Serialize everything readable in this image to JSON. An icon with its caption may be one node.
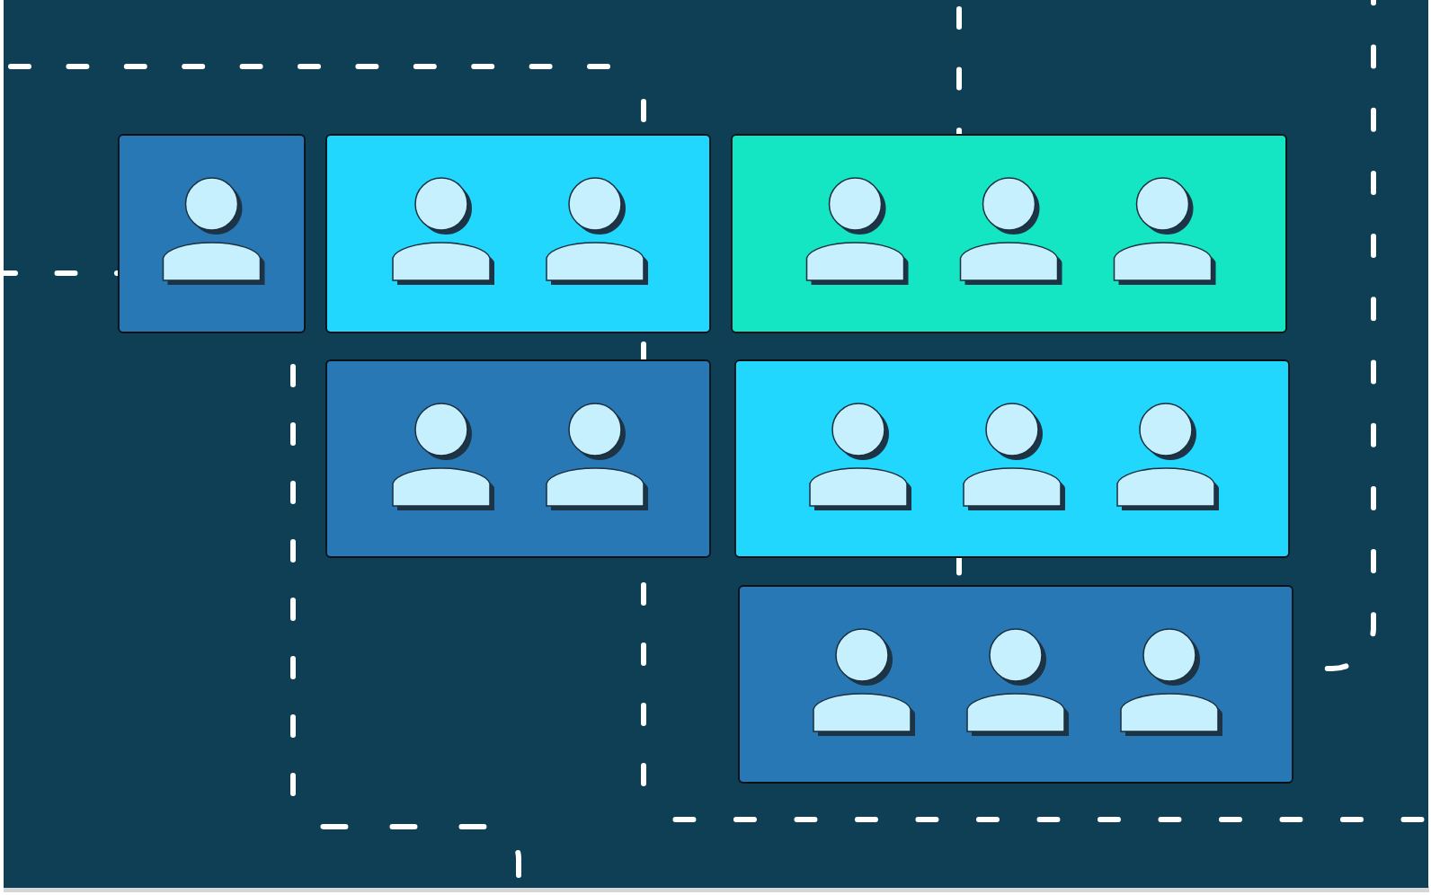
{
  "diagram": {
    "nodes": [
      {
        "text": [],
        "shape": "box"
      },
      {
        "text": [],
        "shape": "person",
        "in": 0
      },
      {
        "text": [],
        "shape": "box"
      },
      {
        "text": [],
        "shape": "person",
        "in": 2
      },
      {
        "text": [],
        "shape": "person",
        "in": 2
      },
      {
        "text": [],
        "shape": "box"
      },
      {
        "text": [],
        "shape": "person",
        "in": 5
      },
      {
        "text": [],
        "shape": "person",
        "in": 5
      },
      {
        "text": [],
        "shape": "person",
        "in": 5
      },
      {
        "text": [],
        "shape": "box"
      },
      {
        "text": [],
        "shape": "person",
        "in": 9
      },
      {
        "text": [],
        "shape": "person",
        "in": 9
      },
      {
        "text": [],
        "shape": "box"
      },
      {
        "text": [],
        "shape": "person",
        "in": 12
      },
      {
        "text": [],
        "shape": "person",
        "in": 12
      },
      {
        "text": [],
        "shape": "person",
        "in": 12
      },
      {
        "text": [],
        "shape": "box"
      },
      {
        "text": [],
        "shape": "person",
        "in": 16
      },
      {
        "text": [],
        "shape": "person",
        "in": 16
      },
      {
        "text": [],
        "shape": "person",
        "in": 16
      }
    ]
  }
}
